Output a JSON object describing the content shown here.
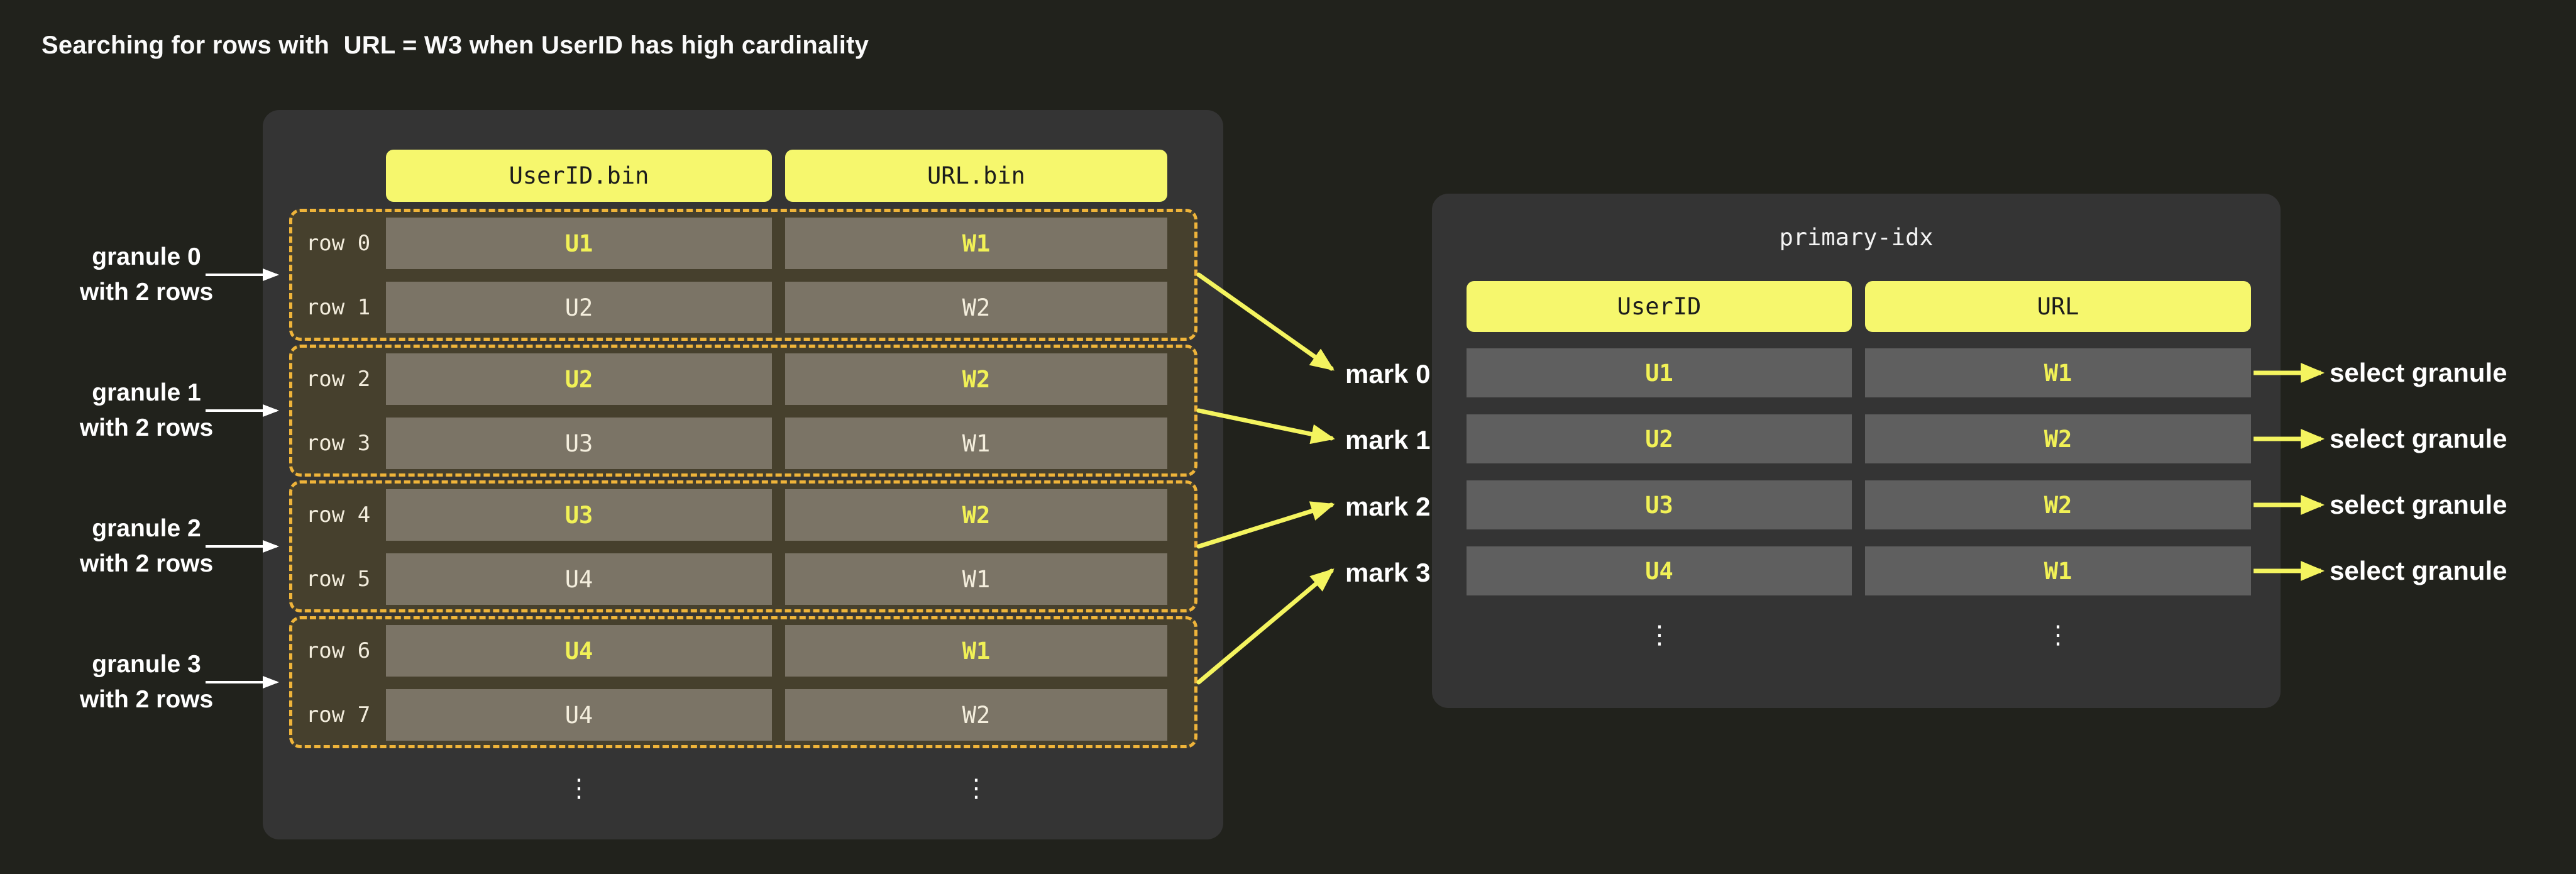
{
  "page": {
    "title": "Searching for rows with  URL = W3 when UserID has high cardinality"
  },
  "colors": {
    "page_bg": "#21221c",
    "panel_bg": "#343434",
    "header_yellow": "#f6f76d",
    "header_text": "#1c1c1c",
    "granule_bg": "#46402d",
    "granule_border": "#efb43a",
    "cell_bg": "#7b7466",
    "cell_text": "#f4eedd",
    "accent_yellow": "#f1f156",
    "index_cell_bg": "#5f5f5f",
    "arrow_yellow": "#f4f45f",
    "arrow_white": "#ffffff"
  },
  "data_part": {
    "columns": [
      {
        "label": "UserID.bin"
      },
      {
        "label": "URL.bin"
      }
    ],
    "granules": [
      {
        "label": [
          "granule 0",
          "with 2 rows"
        ],
        "mark": "mark 0",
        "rows": [
          {
            "name": "row 0",
            "userid": "U1",
            "url": "W1"
          },
          {
            "name": "row 1",
            "userid": "U2",
            "url": "W2"
          }
        ]
      },
      {
        "label": [
          "granule 1",
          "with 2 rows"
        ],
        "mark": "mark 1",
        "rows": [
          {
            "name": "row 2",
            "userid": "U2",
            "url": "W2"
          },
          {
            "name": "row 3",
            "userid": "U3",
            "url": "W1"
          }
        ]
      },
      {
        "label": [
          "granule 2",
          "with 2 rows"
        ],
        "mark": "mark 2",
        "rows": [
          {
            "name": "row 4",
            "userid": "U3",
            "url": "W2"
          },
          {
            "name": "row 5",
            "userid": "U4",
            "url": "W1"
          }
        ]
      },
      {
        "label": [
          "granule 3",
          "with 2 rows"
        ],
        "mark": "mark 3",
        "rows": [
          {
            "name": "row 6",
            "userid": "U4",
            "url": "W1"
          },
          {
            "name": "row 7",
            "userid": "U4",
            "url": "W2"
          }
        ]
      }
    ],
    "ellipsis": "⋮"
  },
  "primary_index": {
    "title": "primary-idx",
    "columns": [
      {
        "label": "UserID"
      },
      {
        "label": "URL"
      }
    ],
    "rows": [
      {
        "userid": "U1",
        "url": "W1",
        "action": "select granule"
      },
      {
        "userid": "U2",
        "url": "W2",
        "action": "select granule"
      },
      {
        "userid": "U3",
        "url": "W2",
        "action": "select granule"
      },
      {
        "userid": "U4",
        "url": "W1",
        "action": "select granule"
      }
    ],
    "ellipsis": "⋮"
  }
}
